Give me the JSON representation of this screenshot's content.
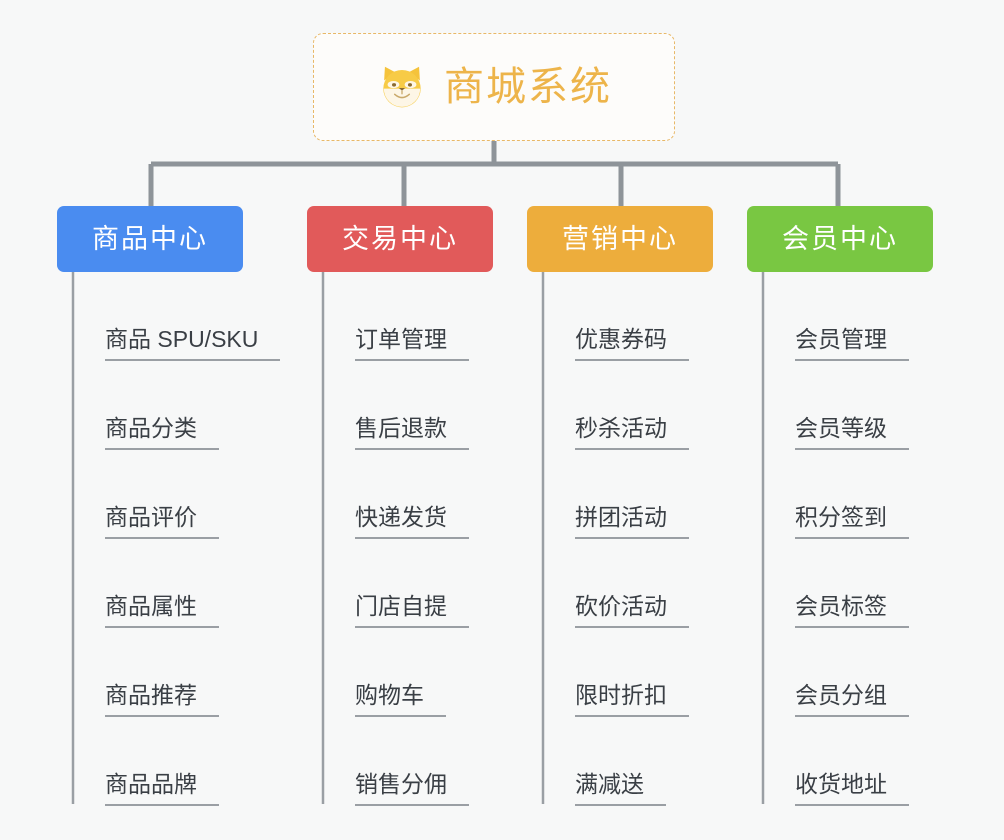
{
  "diagram": {
    "title": "商城系统",
    "root": {
      "label": "商城系统",
      "icon": "shiba-dog-icon",
      "text_color": "#edb44a",
      "border_color": "#e8b867",
      "background": "#fdfcfa"
    },
    "canvas_background": "#f7f8f8",
    "connector_color": "#8e9499",
    "leaf_text_color": "#3a3f45",
    "leaf_underline_color": "#9a9fa4",
    "branches": [
      {
        "label": "商品中心",
        "color": "#4a8cf0",
        "items": [
          "商品 SPU/SKU",
          "商品分类",
          "商品评价",
          "商品属性",
          "商品推荐",
          "商品品牌"
        ]
      },
      {
        "label": "交易中心",
        "color": "#e15a5a",
        "items": [
          "订单管理",
          "售后退款",
          "快递发货",
          "门店自提",
          "购物车",
          "销售分佣"
        ]
      },
      {
        "label": "营销中心",
        "color": "#edad3c",
        "items": [
          "优惠券码",
          "秒杀活动",
          "拼团活动",
          "砍价活动",
          "限时折扣",
          "满减送"
        ]
      },
      {
        "label": "会员中心",
        "color": "#79c742",
        "items": [
          "会员管理",
          "会员等级",
          "积分签到",
          "会员标签",
          "会员分组",
          "收货地址"
        ]
      }
    ]
  }
}
